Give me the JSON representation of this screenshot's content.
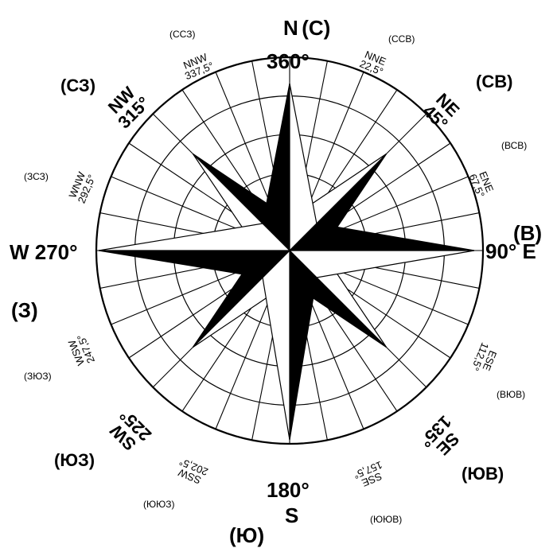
{
  "rose": {
    "north": {
      "letter": "N",
      "ru": "(С)",
      "deg": "360°"
    },
    "east": {
      "text": "90° E",
      "ru": "(В)"
    },
    "south": {
      "deg": "180°",
      "letter": "S",
      "ru": "(Ю)"
    },
    "west": {
      "text": "W 270°",
      "ru": "(З)"
    },
    "ne": {
      "abbr": "NE",
      "deg": "45°",
      "ru": "(СВ)"
    },
    "se": {
      "abbr": "SE",
      "deg": "135°",
      "ru": "(ЮВ)"
    },
    "sw": {
      "abbr": "SW",
      "deg": "225°",
      "ru": "(ЮЗ)"
    },
    "nw": {
      "abbr": "NW",
      "deg": "315°",
      "ru": "(СЗ)"
    },
    "nne": {
      "abbr": "NNE",
      "deg": "22,5°",
      "ru": "(ССВ)"
    },
    "ene": {
      "abbr": "ENE",
      "deg": "67,5°",
      "ru": "(ВСВ)"
    },
    "ese": {
      "abbr": "ESE",
      "deg": "112,5°",
      "ru": "(ВЮВ)"
    },
    "sse": {
      "abbr": "SSE",
      "deg": "157,5°",
      "ru": "(ЮЮВ)"
    },
    "ssw": {
      "abbr": "SSW",
      "deg": "202,5°",
      "ru": "(ЮЮЗ)"
    },
    "wsw": {
      "abbr": "WSW",
      "deg": "247,5°",
      "ru": "(ЗЮЗ)"
    },
    "wnw": {
      "abbr": "WNW",
      "deg": "292,5°",
      "ru": "(ЗСЗ)"
    },
    "nnw": {
      "abbr": "NNW",
      "deg": "337,5°",
      "ru": "(ССЗ)"
    }
  }
}
